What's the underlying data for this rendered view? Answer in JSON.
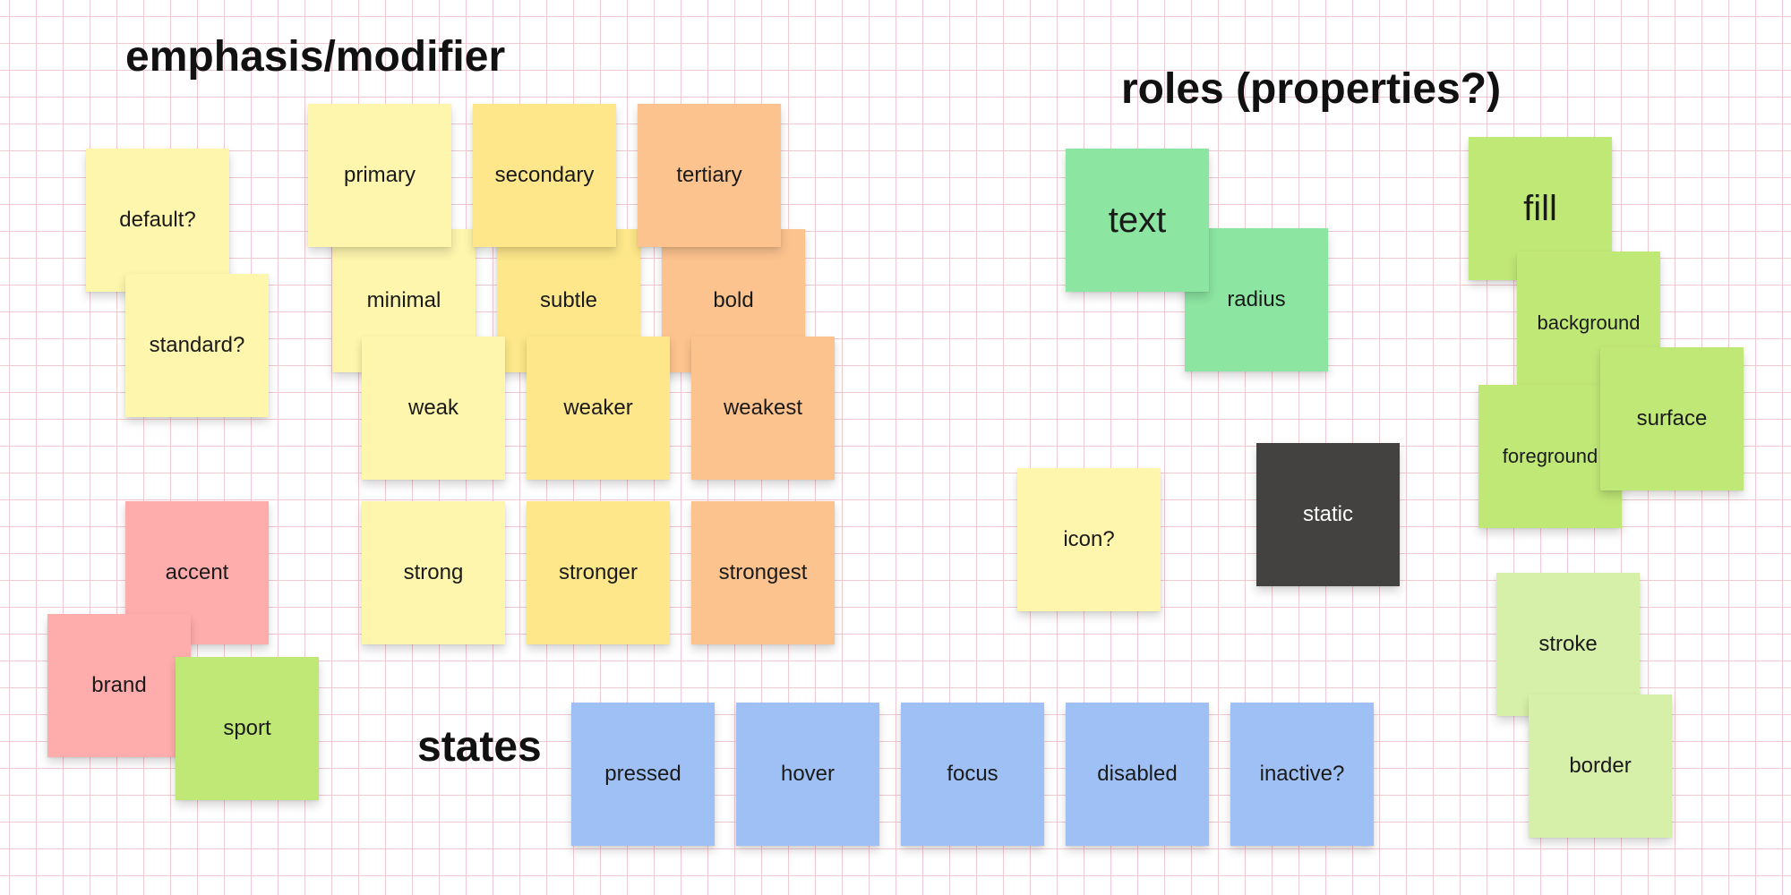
{
  "headings": {
    "emphasis": "emphasis/modifier",
    "roles": "roles (properties?)",
    "states": "states"
  },
  "notes": {
    "default": "default?",
    "standard": "standard?",
    "primary": "primary",
    "secondary": "secondary",
    "tertiary": "tertiary",
    "minimal": "minimal",
    "subtle": "subtle",
    "bold": "bold",
    "weak": "weak",
    "weaker": "weaker",
    "weakest": "weakest",
    "strong": "strong",
    "stronger": "stronger",
    "strongest": "strongest",
    "accent": "accent",
    "brand": "brand",
    "sport": "sport",
    "text": "text",
    "radius": "radius",
    "icon": "icon?",
    "static": "static",
    "fill": "fill",
    "background": "background",
    "foreground": "foreground",
    "surface": "surface",
    "stroke": "stroke",
    "border": "border",
    "pressed": "pressed",
    "hover": "hover",
    "focus": "focus",
    "disabled": "disabled",
    "inactive": "inactive?"
  },
  "colors": {
    "pale_yellow": "#fef6ad",
    "yellow": "#fde78a",
    "orange": "#fdc38e",
    "pink": "#ffacac",
    "green": "#8ce5a1",
    "lime": "#c0e877",
    "pale_lime": "#d7f0a9",
    "blue": "#9fc0f4",
    "dark": "#434241",
    "grid": "#f2c9d0"
  }
}
